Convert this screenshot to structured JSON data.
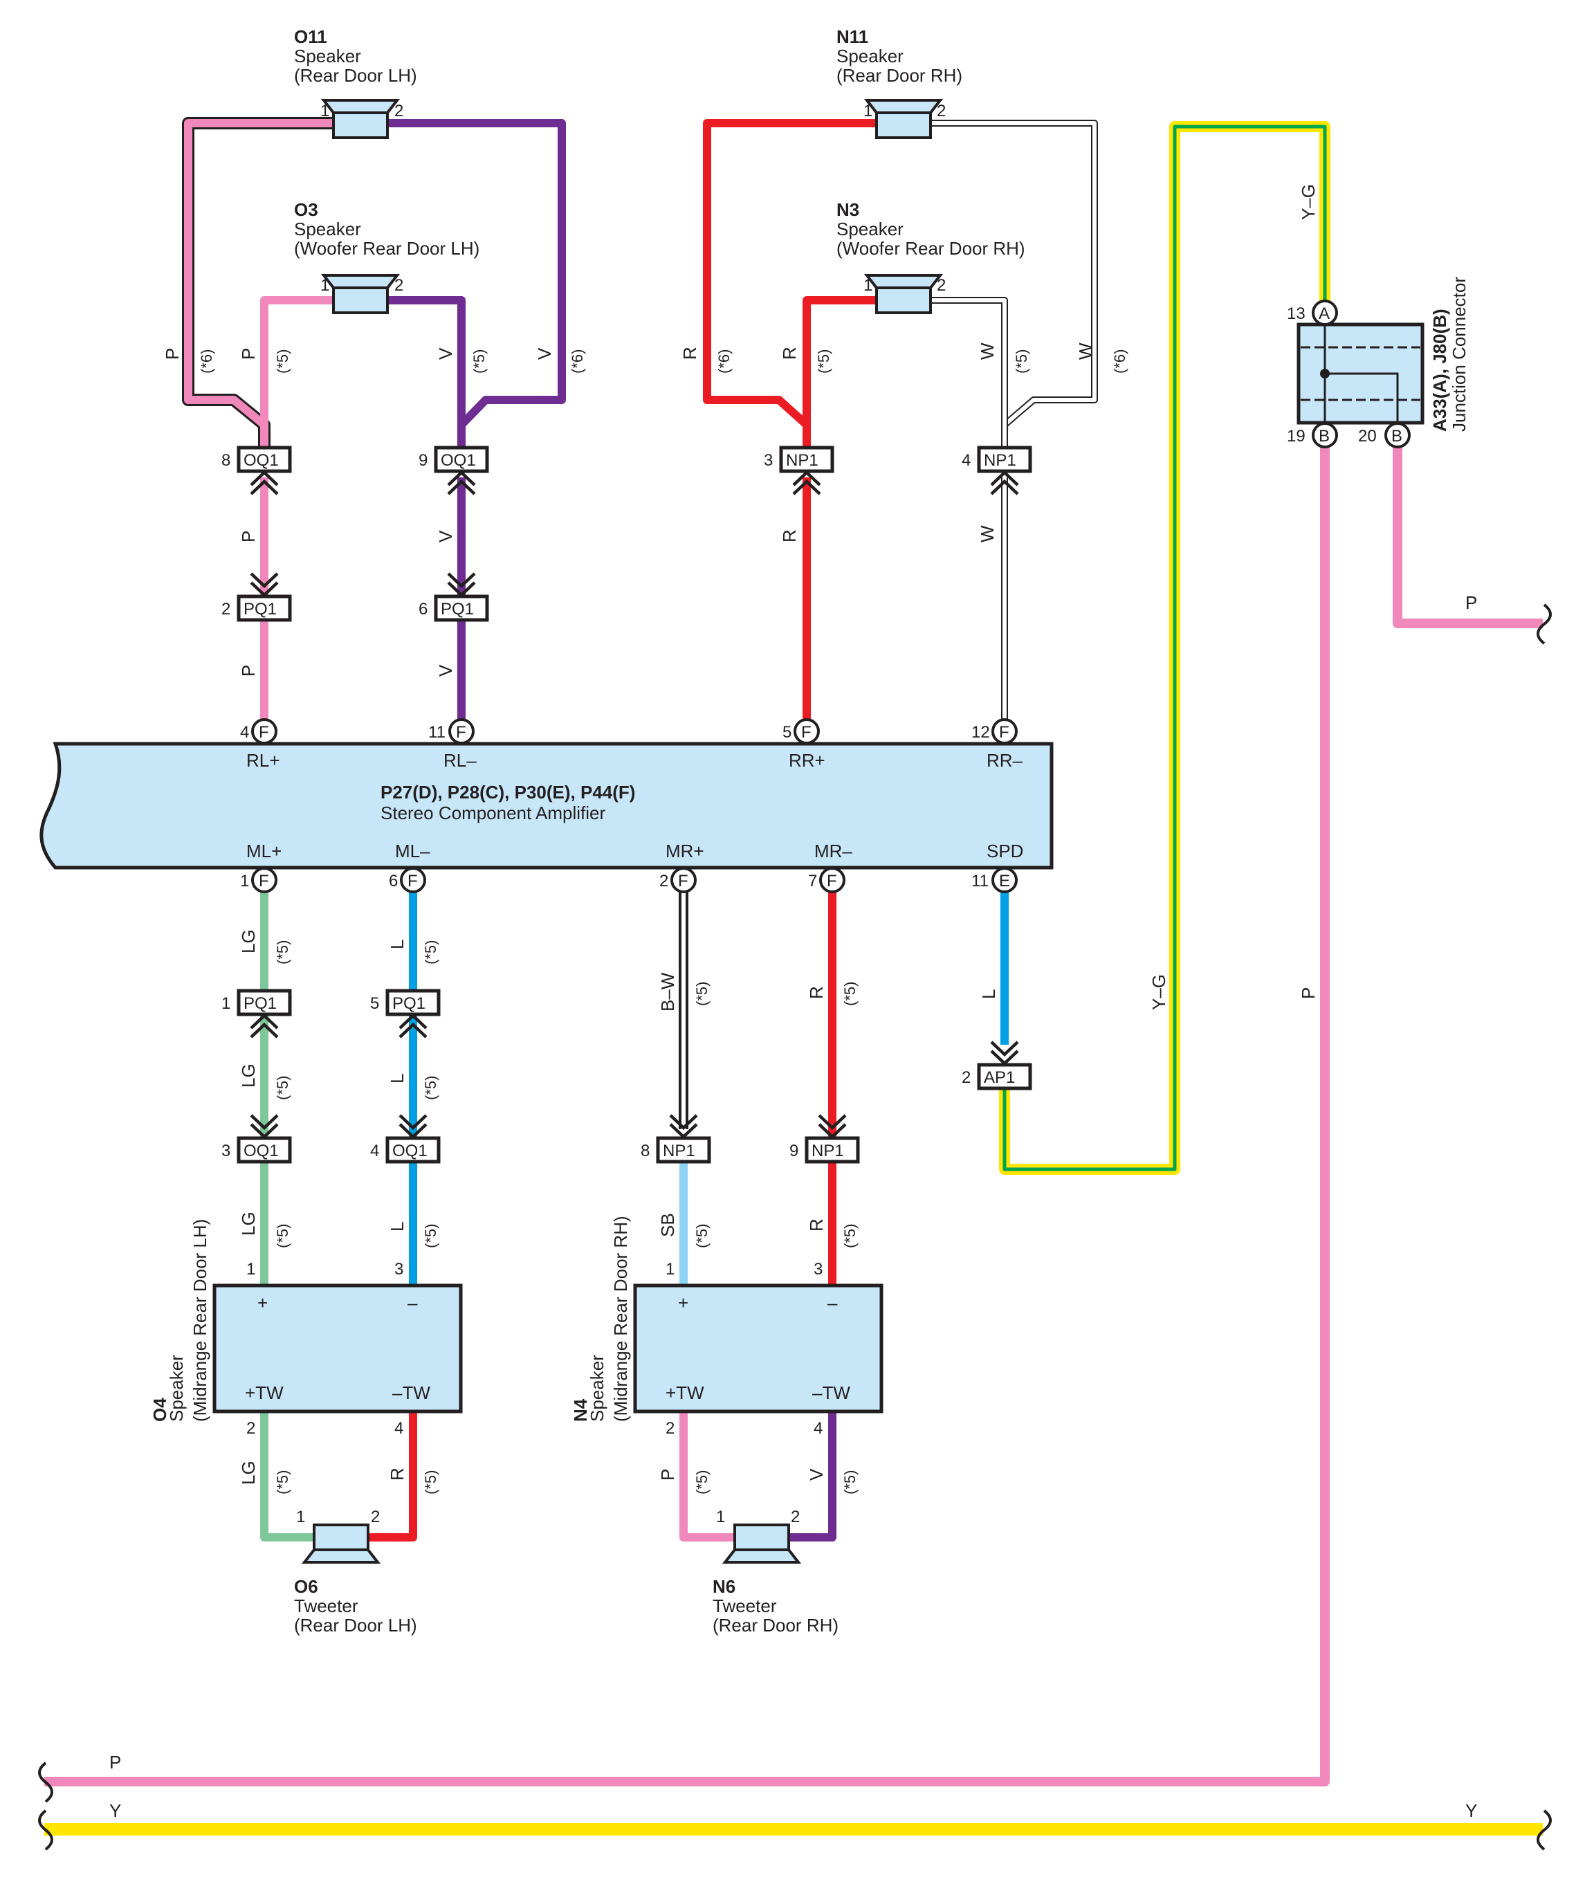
{
  "colors": {
    "P": "#f088bb",
    "V": "#6f2c91",
    "R": "#ec1c24",
    "W": "#ffffff",
    "LG": "#7dc79a",
    "L": "#00a0e3",
    "SB": "#8fd3f5",
    "BW": "#000000",
    "Y": "#ffe600",
    "G": "#00a54f",
    "component_fill": "#c7e6f8",
    "outline": "#231f20"
  },
  "components": {
    "o11": {
      "code": "O11",
      "name": "Speaker",
      "loc": "(Rear Door LH)",
      "pin1": "1",
      "pin2": "2"
    },
    "n11": {
      "code": "N11",
      "name": "Speaker",
      "loc": "(Rear Door RH)",
      "pin1": "1",
      "pin2": "2"
    },
    "o3": {
      "code": "O3",
      "name": "Speaker",
      "loc": "(Woofer Rear Door LH)",
      "pin1": "1",
      "pin2": "2"
    },
    "n3": {
      "code": "N3",
      "name": "Speaker",
      "loc": "(Woofer Rear Door RH)",
      "pin1": "1",
      "pin2": "2"
    },
    "o6": {
      "code": "O6",
      "name": "Tweeter",
      "loc": "(Rear Door LH)",
      "pin1": "1",
      "pin2": "2"
    },
    "n6": {
      "code": "N6",
      "name": "Tweeter",
      "loc": "(Rear Door RH)",
      "pin1": "1",
      "pin2": "2"
    },
    "o4": {
      "code": "O4",
      "name": "Speaker",
      "loc": "(Midrange Rear Door LH)",
      "plus": "+",
      "minus": "–",
      "ptw": "+TW",
      "mtw": "–TW",
      "pin1": "1",
      "pin3": "3",
      "pin2": "2",
      "pin4": "4"
    },
    "n4": {
      "code": "N4",
      "name": "Speaker",
      "loc": "(Midrange Rear Door RH)",
      "plus": "+",
      "minus": "–",
      "ptw": "+TW",
      "mtw": "–TW",
      "pin1": "1",
      "pin3": "3",
      "pin2": "2",
      "pin4": "4"
    },
    "amp": {
      "code": "P27(D), P28(C), P30(E), P44(F)",
      "name": "Stereo Component Amplifier",
      "top_terms": [
        {
          "label": "RL+",
          "pin": "4",
          "conn": "F"
        },
        {
          "label": "RL–",
          "pin": "11",
          "conn": "F"
        },
        {
          "label": "RR+",
          "pin": "5",
          "conn": "F"
        },
        {
          "label": "RR–",
          "pin": "12",
          "conn": "F"
        }
      ],
      "bottom_terms": [
        {
          "label": "ML+",
          "pin": "1",
          "conn": "F"
        },
        {
          "label": "ML–",
          "pin": "6",
          "conn": "F"
        },
        {
          "label": "MR+",
          "pin": "2",
          "conn": "F"
        },
        {
          "label": "MR–",
          "pin": "7",
          "conn": "F"
        },
        {
          "label": "SPD",
          "pin": "11",
          "conn": "E"
        }
      ]
    },
    "jc": {
      "code": "A33(A), J80(B)",
      "name": "Junction Connector",
      "pinA": "13",
      "connA": "A",
      "pinB1": "19",
      "connB1": "B",
      "pinB2": "20",
      "connB2": "B"
    }
  },
  "connectors": {
    "oq1_8": {
      "pin": "8",
      "name": "OQ1"
    },
    "oq1_9": {
      "pin": "9",
      "name": "OQ1"
    },
    "np1_3": {
      "pin": "3",
      "name": "NP1"
    },
    "np1_4": {
      "pin": "4",
      "name": "NP1"
    },
    "pq1_2": {
      "pin": "2",
      "name": "PQ1"
    },
    "pq1_6": {
      "pin": "6",
      "name": "PQ1"
    },
    "pq1_1": {
      "pin": "1",
      "name": "PQ1"
    },
    "pq1_5": {
      "pin": "5",
      "name": "PQ1"
    },
    "oq1_3": {
      "pin": "3",
      "name": "OQ1"
    },
    "oq1_4": {
      "pin": "4",
      "name": "OQ1"
    },
    "np1_8": {
      "pin": "8",
      "name": "NP1"
    },
    "np1_9": {
      "pin": "9",
      "name": "NP1"
    },
    "ap1_2": {
      "pin": "2",
      "name": "AP1"
    }
  },
  "wire_labels": {
    "p": "P",
    "v": "V",
    "r": "R",
    "w": "W",
    "lg": "LG",
    "l": "L",
    "bw": "B–W",
    "sb": "SB",
    "y": "Y",
    "yg": "Y–G",
    "n5": "(*5)",
    "n6": "(*6)"
  }
}
